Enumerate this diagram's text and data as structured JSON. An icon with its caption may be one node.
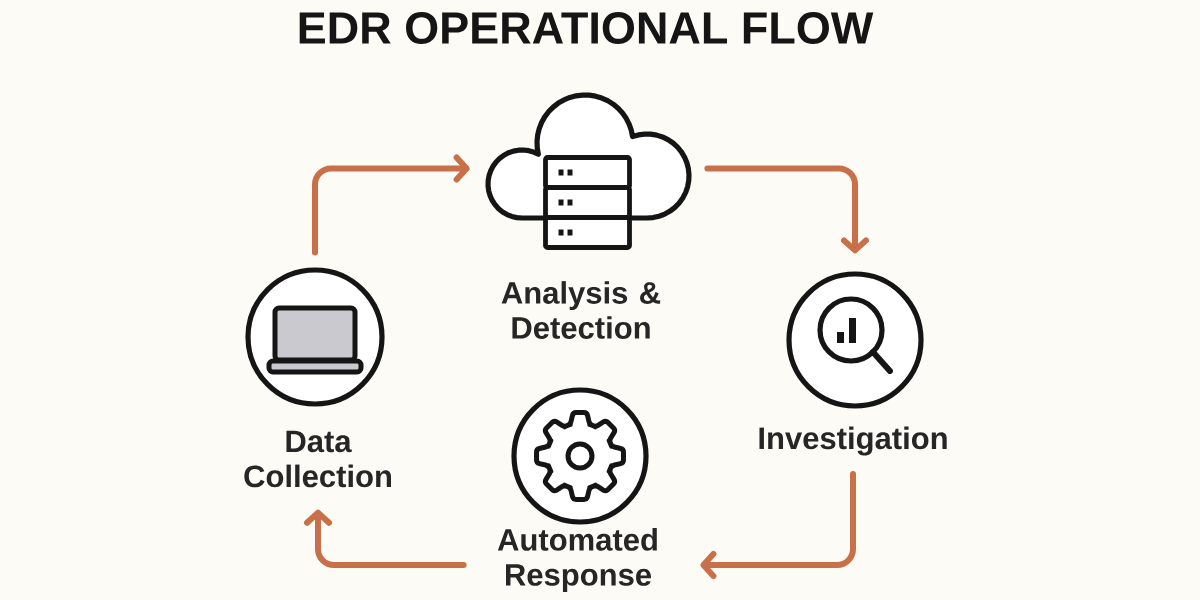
{
  "diagram": {
    "title": "EDR OPERATIONAL FLOW",
    "nodes": [
      {
        "text": [
          "Analysis & Detection"
        ]
      },
      {
        "text": [
          "Data Collection"
        ]
      },
      {
        "text": [
          "Investigation"
        ]
      },
      {
        "text": [
          "Automated Response"
        ]
      }
    ],
    "edges": [
      {
        "from": 1,
        "to": 0,
        "arrow": "to"
      },
      {
        "from": 0,
        "to": 2,
        "arrow": "to"
      },
      {
        "from": 2,
        "to": 3,
        "arrow": "to"
      },
      {
        "from": 3,
        "to": 1,
        "arrow": "to"
      }
    ]
  }
}
